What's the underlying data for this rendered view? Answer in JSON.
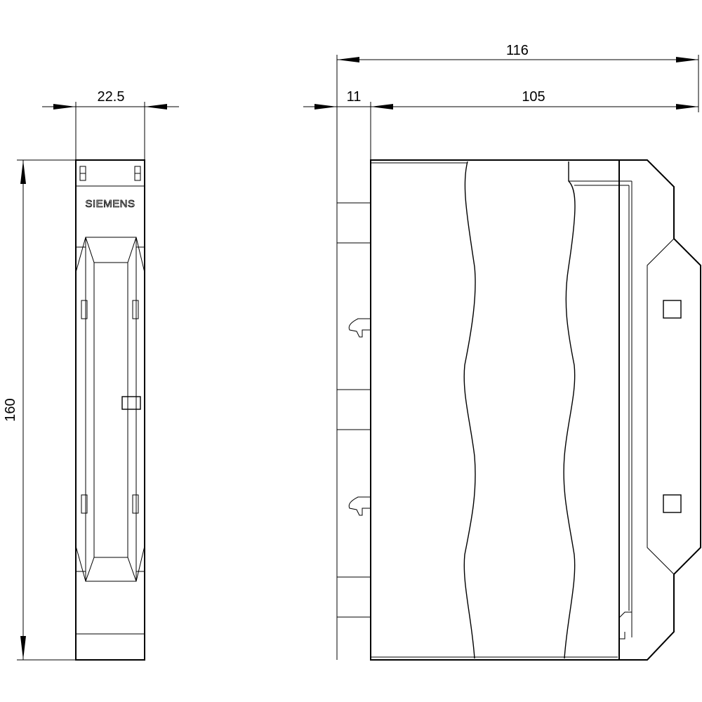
{
  "drawing": {
    "front_view": {
      "brand": "SIEMENS"
    },
    "dimensions": {
      "width": "22.5",
      "height": "160",
      "total_depth": "116",
      "rail_offset": "11",
      "body_depth": "105"
    }
  }
}
